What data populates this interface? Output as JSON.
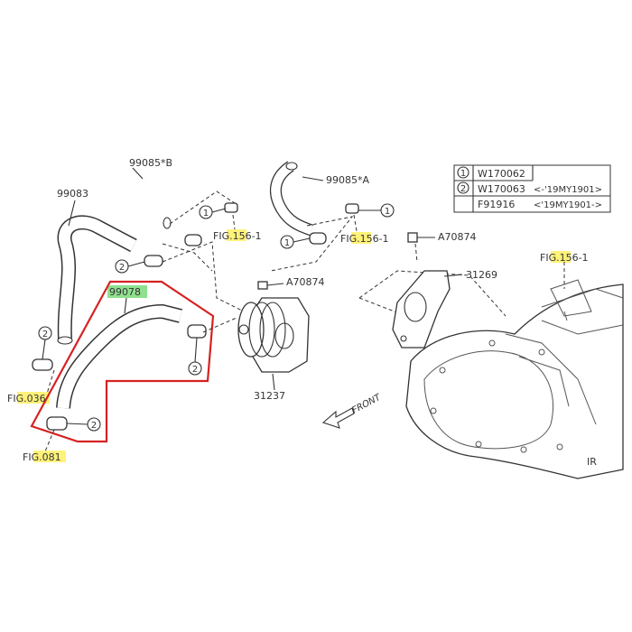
{
  "labels": {
    "p99085b": "99085*B",
    "p99085a": "99085*A",
    "p99083": "99083",
    "p99078": "99078",
    "pa70874_top": "A70874",
    "pa70874_mid": "A70874",
    "p31269": "31269",
    "p31237": "31237",
    "fig156_a": "FIG.156-1",
    "fig156_b": "FIG.156-1",
    "fig156_c": "FIG.156-1",
    "fig036": "FIG.036",
    "fig081": "FIG.081",
    "front": "FRONT",
    "ir": "IR"
  },
  "callouts": {
    "one": "1",
    "two": "2"
  },
  "legend": {
    "rows": [
      {
        "mark": "1",
        "part": "W170062",
        "note": ""
      },
      {
        "mark": "2",
        "part": "W170063",
        "note": "<-'19MY1901>"
      },
      {
        "mark": "",
        "part": "F91916",
        "note": "<'19MY1901->"
      }
    ]
  },
  "colors": {
    "highlight_yellow": "#fff27a",
    "highlight_green": "#8fe08f",
    "outline_red": "#d62222"
  }
}
